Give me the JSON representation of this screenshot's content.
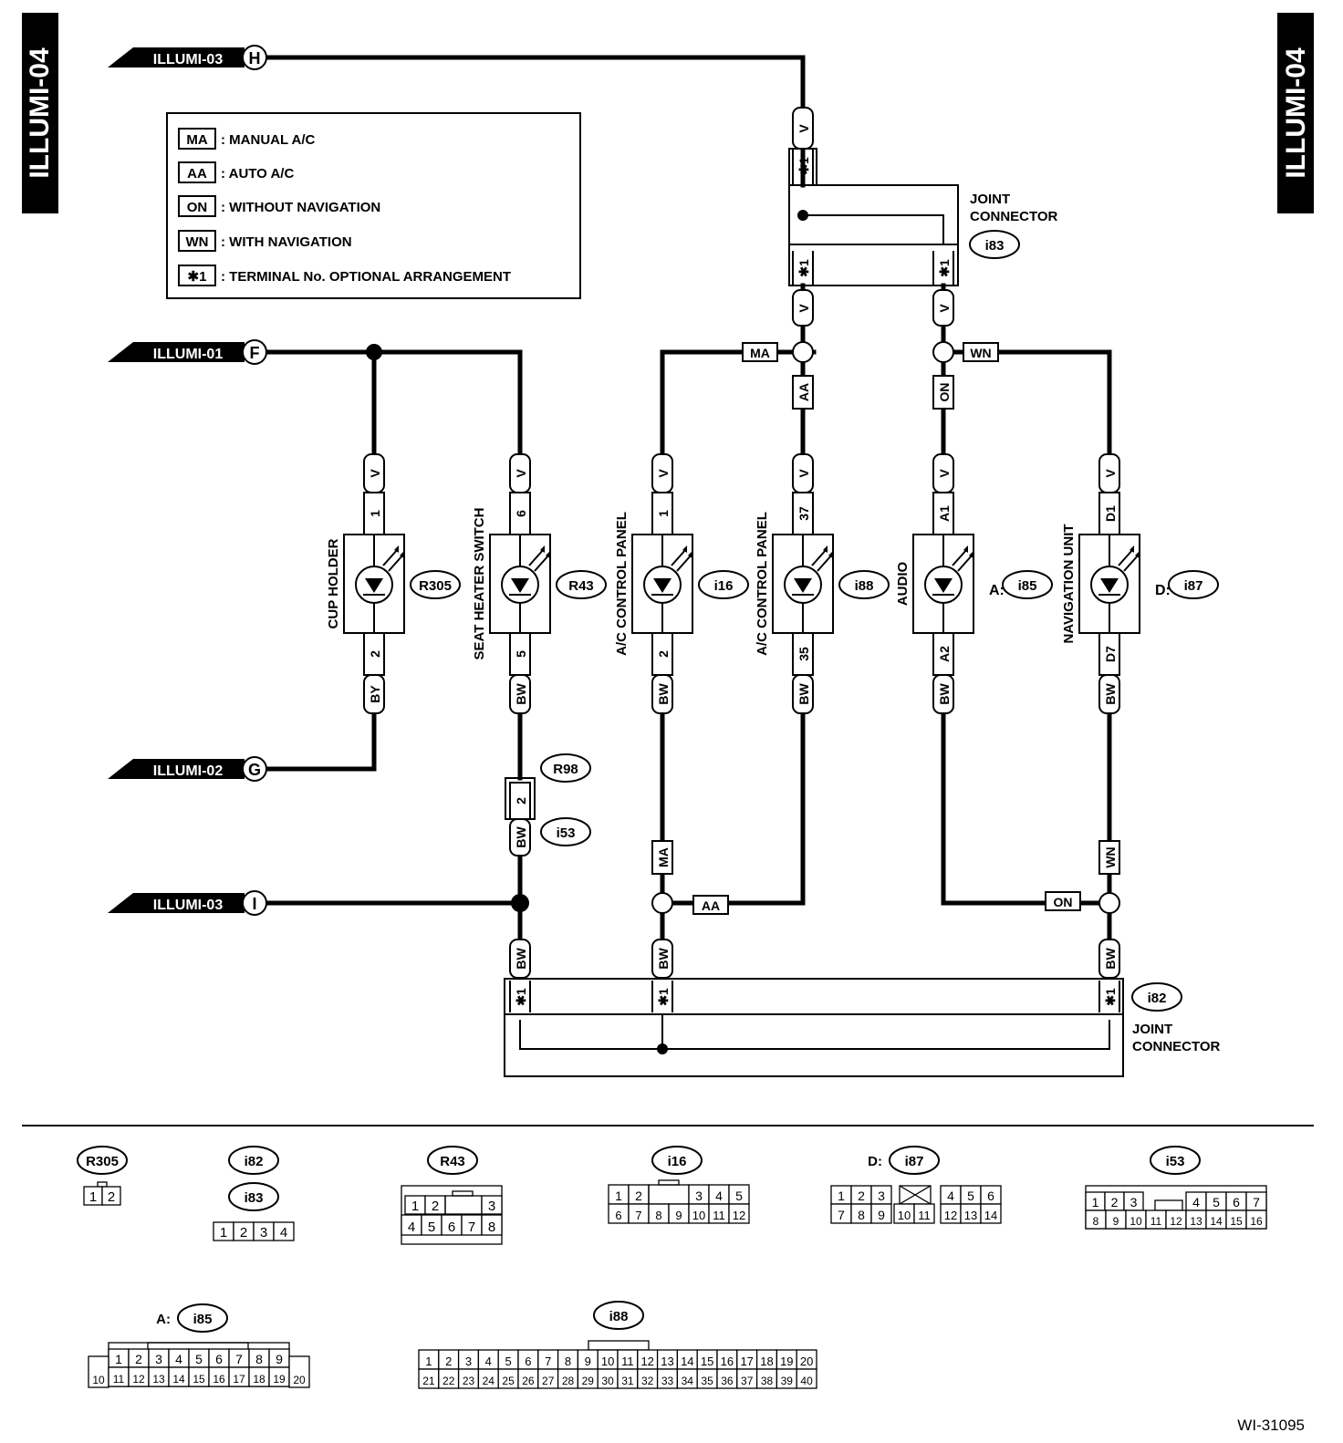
{
  "page_tag": "ILLUMI-04",
  "figure_id": "WI-31095",
  "legend": [
    {
      "code": "MA",
      "text": ": MANUAL A/C"
    },
    {
      "code": "AA",
      "text": ": AUTO A/C"
    },
    {
      "code": "ON",
      "text": ": WITHOUT NAVIGATION"
    },
    {
      "code": "WN",
      "text": ": WITH NAVIGATION"
    },
    {
      "code": "✱1",
      "text": ": TERMINAL No. OPTIONAL ARRANGEMENT"
    }
  ],
  "refs": {
    "H": "ILLUMI-03",
    "F": "ILLUMI-01",
    "G": "ILLUMI-02",
    "I": "ILLUMI-03"
  },
  "joint_top": {
    "line1": "JOINT",
    "line2": "CONNECTOR",
    "id": "i83"
  },
  "joint_bottom": {
    "line1": "JOINT",
    "line2": "CONNECTOR",
    "id": "i82"
  },
  "star_term": "✱1",
  "wire_colors": {
    "v": "V",
    "by": "BY",
    "bw": "BW"
  },
  "options": {
    "ma": "MA",
    "aa": "AA",
    "on": "ON",
    "wn": "WN"
  },
  "components": [
    {
      "name": "CUP HOLDER",
      "conn": "R305",
      "prefix": "",
      "pin_top": "1",
      "pin_bot": "2",
      "wire_bot": "BY"
    },
    {
      "name": "SEAT HEATER SWITCH",
      "conn": "R43",
      "prefix": "",
      "pin_top": "6",
      "pin_bot": "5",
      "wire_bot": "BW"
    },
    {
      "name": "A/C CONTROL PANEL",
      "conn": "i16",
      "prefix": "",
      "pin_top": "1",
      "pin_bot": "2",
      "wire_bot": "BW"
    },
    {
      "name": "A/C CONTROL PANEL",
      "conn": "i88",
      "prefix": "",
      "pin_top": "37",
      "pin_bot": "35",
      "wire_bot": "BW"
    },
    {
      "name": "AUDIO",
      "conn": "i85",
      "prefix": "A:",
      "pin_top": "A1",
      "pin_bot": "A2",
      "wire_bot": "BW"
    },
    {
      "name": "NAVIGATION UNIT",
      "conn": "i87",
      "prefix": "D:",
      "pin_top": "D1",
      "pin_bot": "D7",
      "wire_bot": "BW"
    }
  ],
  "inline_connector": {
    "male": "R98",
    "female": "i53",
    "pin": "2"
  },
  "connector_views": [
    {
      "id": "R305",
      "prefix": "",
      "rows": [
        [
          "1",
          "2"
        ]
      ]
    },
    {
      "id": "i82",
      "prefix": "",
      "rows": []
    },
    {
      "id": "i83",
      "prefix": "",
      "rows": [
        [
          "1",
          "2",
          "3",
          "4"
        ]
      ]
    },
    {
      "id": "R43",
      "prefix": "",
      "rows": [
        [
          "1",
          "2",
          "",
          "3"
        ],
        [
          "4",
          "5",
          "6",
          "7",
          "8"
        ]
      ]
    },
    {
      "id": "i16",
      "prefix": "",
      "rows": [
        [
          "1",
          "2",
          "",
          "3",
          "4",
          "5"
        ],
        [
          "6",
          "7",
          "8",
          "9",
          "10",
          "11",
          "12"
        ]
      ]
    },
    {
      "id": "i87",
      "prefix": "D:",
      "rows": [
        [
          "1",
          "2",
          "3",
          "",
          "4",
          "5",
          "6"
        ],
        [
          "7",
          "8",
          "9",
          "10",
          "11",
          "12",
          "13",
          "14"
        ]
      ]
    },
    {
      "id": "i53",
      "prefix": "",
      "rows": [
        [
          "1",
          "2",
          "3",
          "",
          "4",
          "5",
          "6",
          "7"
        ],
        [
          "8",
          "9",
          "10",
          "11",
          "12",
          "13",
          "14",
          "15",
          "16"
        ]
      ]
    },
    {
      "id": "i85",
      "prefix": "A:",
      "rows": [
        [
          "1",
          "2",
          "3",
          "4",
          "5",
          "6",
          "7",
          "8",
          "9"
        ],
        [
          "10",
          "11",
          "12",
          "13",
          "14",
          "15",
          "16",
          "17",
          "18",
          "19",
          "20"
        ]
      ]
    },
    {
      "id": "i88",
      "prefix": "",
      "rows": [
        [
          "1",
          "2",
          "3",
          "4",
          "5",
          "6",
          "7",
          "8",
          "9",
          "10",
          "11",
          "12",
          "13",
          "14",
          "15",
          "16",
          "17",
          "18",
          "19",
          "20"
        ],
        [
          "21",
          "22",
          "23",
          "24",
          "25",
          "26",
          "27",
          "28",
          "29",
          "30",
          "31",
          "32",
          "33",
          "34",
          "35",
          "36",
          "37",
          "38",
          "39",
          "40"
        ]
      ]
    }
  ]
}
